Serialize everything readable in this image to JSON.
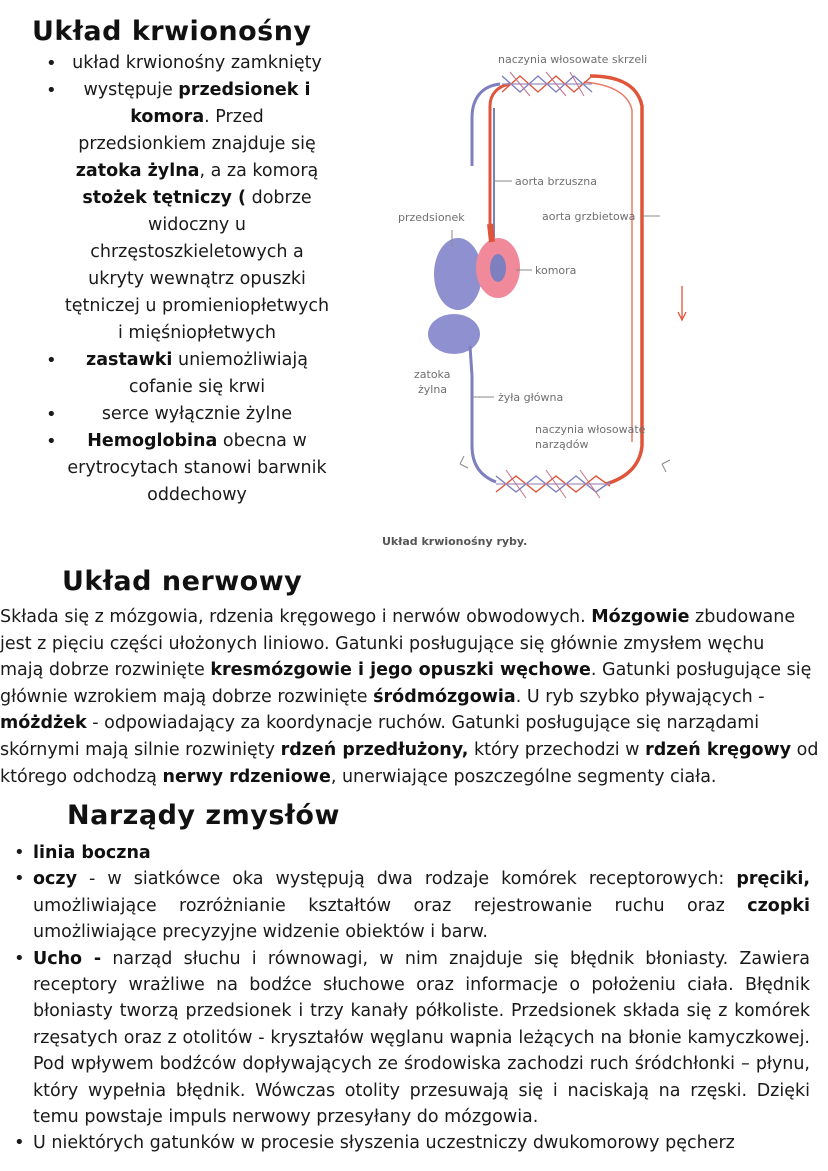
{
  "circulatory": {
    "heading": "Układ krwionośny",
    "items": [
      {
        "t1": "układ krwionośny zamknięty"
      },
      {
        "b1": "przedsionek i komora",
        "t1": "występuje ",
        "t2": ". Przed przedsionkiem znajduje się ",
        "b2": "zatoka żylna",
        "t3": ", a za komorą ",
        "b3": "stożek tętniczy (",
        "t4": " dobrze widoczny u chrzęstoszkieletowych a ukryty wewnątrz opuszki tętniczej u promieniopłetwych i mięśniopłetwych"
      },
      {
        "b1": "zastawki",
        "t1": " uniemożliwiają cofanie się krwi"
      },
      {
        "t1": "serce wyłącznie żylne"
      },
      {
        "b1": "Hemoglobina",
        "t1": " obecna w erytrocytach stanowi barwnik oddechowy"
      }
    ]
  },
  "diagram": {
    "labels": {
      "gill_capillaries": "naczynia włosowate skrzeli",
      "ventral_aorta": "aorta brzuszna",
      "atrium": "przedsionek",
      "dorsal_aorta": "aorta grzbietowa",
      "ventricle": "komora",
      "sinus_venosus": "zatoka żylna",
      "sinus_line1": "zatoka",
      "sinus_line2": "żylna",
      "main_vein": "żyła główna",
      "organ_capillaries_line1": "naczynia włosowate",
      "organ_capillaries_line2": "narządów"
    },
    "caption": "Układ krwionośny ryby.",
    "colors": {
      "venous": "#7d7fbf",
      "arterial": "#e0553a",
      "heart_venous": "#8f90cf",
      "heart_arterial": "#f0899a"
    }
  },
  "nervous": {
    "heading": "Układ nerwowy",
    "lines": [
      [
        {
          "t": "Składa się z mózgowia, rdzenia kręgowego i nerwów obwodowych. "
        },
        {
          "b": "Mózgowie"
        },
        {
          "t": " zbudowane"
        }
      ],
      [
        {
          "t": "jest z pięciu części ułożonych liniowo. Gatunki posługujące się głównie zmysłem węchu"
        }
      ],
      [
        {
          "t": "mają dobrze rozwinięte "
        },
        {
          "b": "kresmózgowie i jego opuszki węchowe"
        },
        {
          "t": ". Gatunki posługujące się"
        }
      ],
      [
        {
          "t": "głównie wzrokiem mają dobrze rozwinięte "
        },
        {
          "b": "śródmózgowia"
        },
        {
          "t": ". U ryb szybko pływających -"
        }
      ],
      [
        {
          "b": "móżdżek"
        },
        {
          "t": " - odpowiadający za koordynacje ruchów. Gatunki posługujące się narządami"
        }
      ],
      [
        {
          "t": "skórnymi mają silnie rozwinięty "
        },
        {
          "b": "rdzeń przedłużony,"
        },
        {
          "t": " który przechodzi w "
        },
        {
          "b": "rdzeń kręgowy"
        },
        {
          "t": " od"
        }
      ],
      [
        {
          "t": "którego odchodzą "
        },
        {
          "b": "nerwy rdzeniowe"
        },
        {
          "t": ", unerwiające poszczególne segmenty ciała."
        }
      ]
    ]
  },
  "senses": {
    "heading": "Narządy zmysłów",
    "items": [
      {
        "b1": "linia boczna"
      },
      {
        "b1": "oczy",
        "t1": " - w siatkówce oka występują dwa rodzaje komórek receptorowych: ",
        "b2": "pręciki,",
        "t2": " umożliwiające rozróżnianie kształtów oraz rejestrowanie ruchu oraz ",
        "b3": "czopki",
        "t3": " umożliwiające precyzyjne widzenie obiektów i barw."
      },
      {
        "b1": "Ucho -",
        "t1": " narząd słuchu i równowagi, w nim znajduje się błędnik błoniasty. Zawiera receptory wrażliwe na bodźce słuchowe oraz informacje o położeniu ciała. Błędnik błoniasty tworzą przedsionek i trzy kanały półkoliste. Przedsionek składa się z komórek rzęsatych oraz z otolitów - kryształów węglanu wapnia leżących na błonie kamyczkowej. Pod wpływem bodźców dopływających ze środowiska zachodzi ruch śródchłonki – płynu, który wypełnia błędnik. Wówczas otolity przesuwają się i naciskają na rzęski. Dzięki temu powstaje impuls nerwowy przesyłany do mózgowia."
      },
      {
        "t1": "U niektórych gatunków w procesie słyszenia uczestniczy dwukomorowy pęcherz"
      }
    ]
  }
}
